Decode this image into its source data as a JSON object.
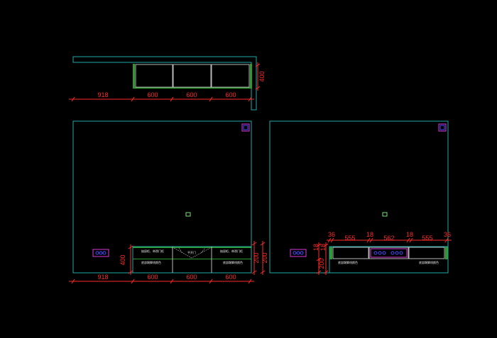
{
  "colors": {
    "background": "#000000",
    "outline": "#22a8a8",
    "dimension": "#ff2a2a",
    "cabinet": "#b8b8b8",
    "panel_green": "#2e9a2e",
    "symbol_magenta": "#d63ad6",
    "symbol_blue": "#4a4aff",
    "label_white": "#e8e8e8"
  },
  "plan_view": {
    "bottom_dims": [
      "918",
      "600",
      "600",
      "600"
    ],
    "depth_dim": "400"
  },
  "front_elevation": {
    "bottom_dims": [
      "918",
      "600",
      "600",
      "600"
    ],
    "height_dims": [
      "400",
      "200",
      "200"
    ],
    "drawer_notes": [
      "抽屉柜、带滑门柜",
      "平开门",
      "抽屉柜、带滑门柜"
    ],
    "plinth_notes": [
      "底部踢脚线颜色",
      "底部踢脚线颜色"
    ]
  },
  "side_elevation": {
    "top_dims": [
      "36",
      "555",
      "18",
      "562",
      "18",
      "555",
      "36"
    ],
    "height_dims": [
      "18",
      "18",
      "200"
    ],
    "plinth_notes": [
      "底部踢脚线颜色",
      "底部踢脚线颜色"
    ]
  }
}
